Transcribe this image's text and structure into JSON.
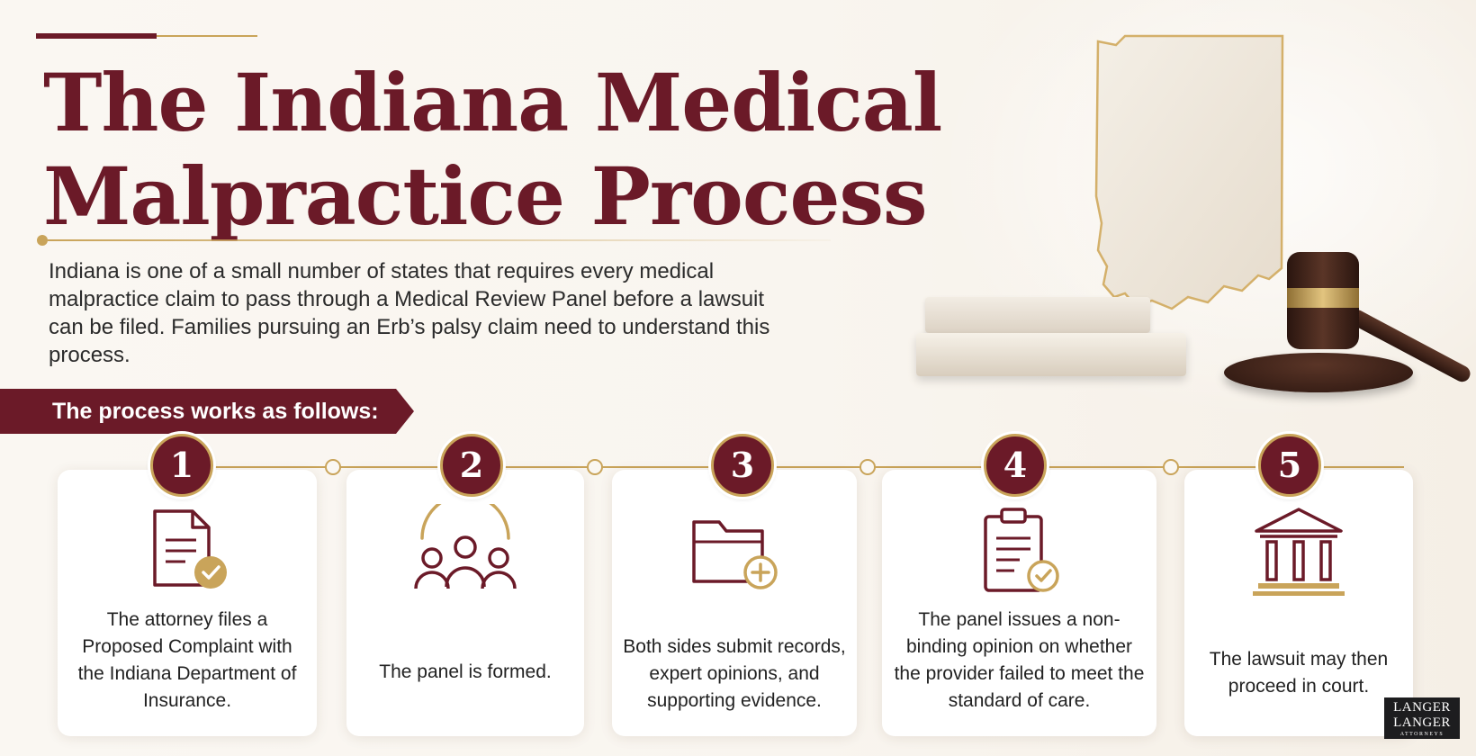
{
  "header": {
    "title_line1": "The Indiana Medical",
    "title_line2": "Malpractice Process",
    "intro": "Indiana is one of a small number of states that requires every medical malpractice claim to pass through a Medical Review Panel before a lawsuit can be filed. Families pursuing an Erb’s palsy claim need to understand this process."
  },
  "banner": {
    "text": "The process works as follows:"
  },
  "steps": [
    {
      "number": "1",
      "icon": "document-check-icon",
      "text": "The attorney files a Proposed Complaint with the Indiana Department of Insurance."
    },
    {
      "number": "2",
      "icon": "group-people-icon",
      "text": "The panel is formed."
    },
    {
      "number": "3",
      "icon": "folder-plus-icon",
      "text": "Both sides submit records, expert opinions, and supporting evidence."
    },
    {
      "number": "4",
      "icon": "clipboard-check-icon",
      "text": "The panel issues a non-binding opinion on whether the provider failed to meet the standard of care."
    },
    {
      "number": "5",
      "icon": "courthouse-icon",
      "text": "The lawsuit may then proceed in court."
    }
  ],
  "logo": {
    "line1": "LANGER",
    "line2": "LANGER",
    "sub": "ATTORNEYS"
  },
  "colors": {
    "maroon": "#6b1a28",
    "gold": "#c9a45a",
    "background": "#faf7f2"
  }
}
